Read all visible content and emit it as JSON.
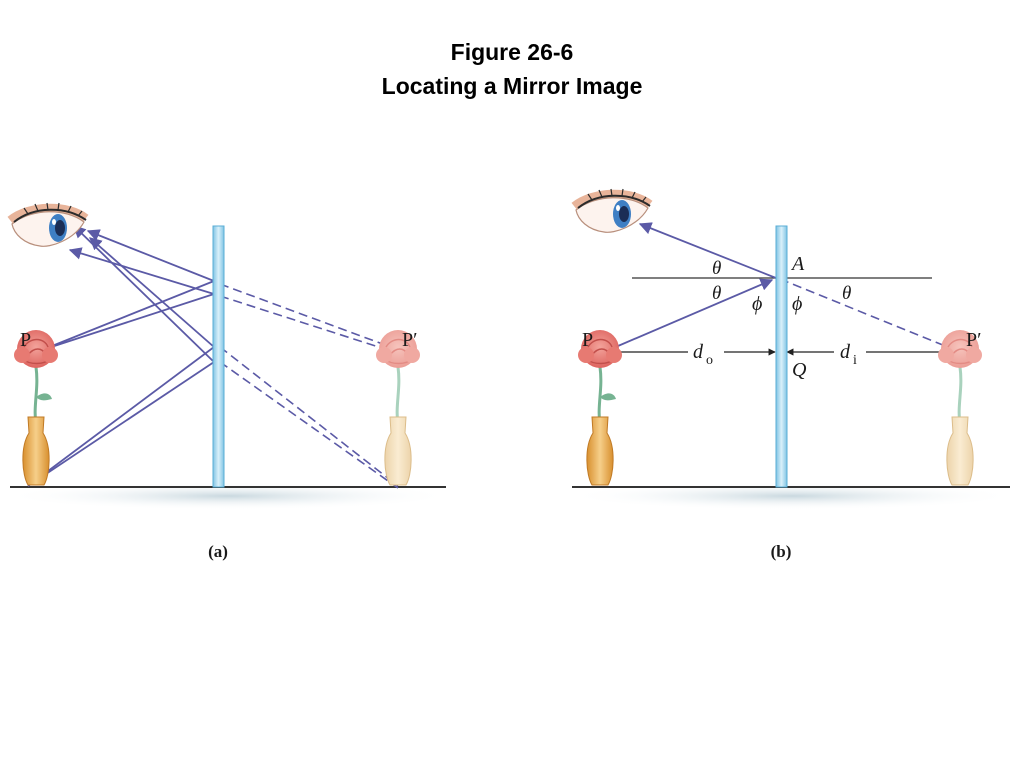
{
  "title": {
    "line1": "Figure 26-6",
    "line2": "Locating a Mirror Image"
  },
  "panel_a": {
    "caption": "(a)",
    "object_label": "P",
    "image_label": "P′"
  },
  "panel_b": {
    "caption": "(b)",
    "object_label": "P",
    "image_label": "P′",
    "point_a": "A",
    "point_q": "Q",
    "theta": "θ",
    "phi": "ϕ",
    "d": "d",
    "sub_o": "o",
    "sub_i": "i"
  },
  "colors": {
    "ray": "#5b5aa6",
    "mirror": "#9fd3ec",
    "rose": "#e97d76",
    "vase": "#e8ad55",
    "stem": "#76b392"
  },
  "icons": [
    "eye-icon",
    "rose-vase-icon"
  ]
}
